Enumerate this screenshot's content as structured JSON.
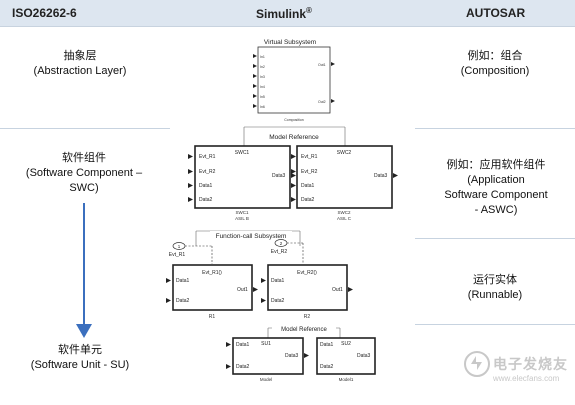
{
  "header": {
    "col1": "ISO26262-6",
    "col2": "Simulink",
    "col2_sup": "®",
    "col3": "AUTOSAR"
  },
  "rows": [
    {
      "iso_cn": "抽象层",
      "iso_en": "(Abstraction Layer)",
      "autosar_cn": "例如：组合",
      "autosar_en": "(Composition)"
    },
    {
      "iso_cn": "软件组件",
      "iso_en": "(Software Component –",
      "iso_en2": "SWC)",
      "autosar_cn": "例如：应用软件组件",
      "autosar_en": "(Application",
      "autosar_en2": "Software Component",
      "autosar_en3": "- ASWC)"
    },
    {
      "autosar_cn": "运行实体",
      "autosar_en": "(Runnable)"
    },
    {
      "iso_cn": "软件单元",
      "iso_en": "(Software Unit - SU)"
    }
  ],
  "simulink": {
    "virtual_subsystem": {
      "title": "Virtual Subsystem",
      "in_ports": [
        "In1",
        "In2",
        "In3",
        "In4",
        "In5",
        "In6"
      ],
      "out_ports": [
        "Out1",
        "Out2"
      ],
      "caption": "Composition"
    },
    "model_reference_1": {
      "label": "Model Reference",
      "blocks": [
        {
          "title": "SWC1",
          "inputs": [
            "Evt_R1",
            "Evt_R2",
            "Data1",
            "Data2"
          ],
          "output": "Data3",
          "caption1": "SWC1",
          "caption2": "ASIL B"
        },
        {
          "title": "SWC2",
          "inputs": [
            "Evt_R1",
            "Evt_R2",
            "Data1",
            "Data2"
          ],
          "output": "Data3",
          "caption1": "SWC2",
          "caption2": "ASIL C"
        }
      ]
    },
    "function_call_subsystem": {
      "label": "Function-call Subsystem",
      "events": [
        {
          "num": "1",
          "name": "Evt_R1"
        },
        {
          "num": "2",
          "name": "Evt_R2"
        }
      ],
      "blocks": [
        {
          "trigger": "Evt_R1()",
          "inputs": [
            "Data1",
            "Data2"
          ],
          "output": "Out1",
          "caption": "R1"
        },
        {
          "trigger": "Evt_R2()",
          "inputs": [
            "Data1",
            "Data2"
          ],
          "output": "Out1",
          "caption": "R2"
        }
      ]
    },
    "model_reference_2": {
      "label": "Model Reference",
      "blocks": [
        {
          "title": "SU1",
          "inputs": [
            "Data1",
            "Data2"
          ],
          "output": "Data3",
          "caption": "Model"
        },
        {
          "title": "SU2",
          "inputs": [
            "Data1",
            "Data2"
          ],
          "output": "Data3",
          "caption": "Model1"
        }
      ]
    }
  },
  "watermark": {
    "brand_cn": "电子发烧友",
    "url": "www.elecfans.com"
  },
  "colors": {
    "header_bg": "#dde6f0",
    "separator": "#c7d3e0",
    "arrow_blue": "#3b6fbe",
    "block_line": "#333333"
  }
}
